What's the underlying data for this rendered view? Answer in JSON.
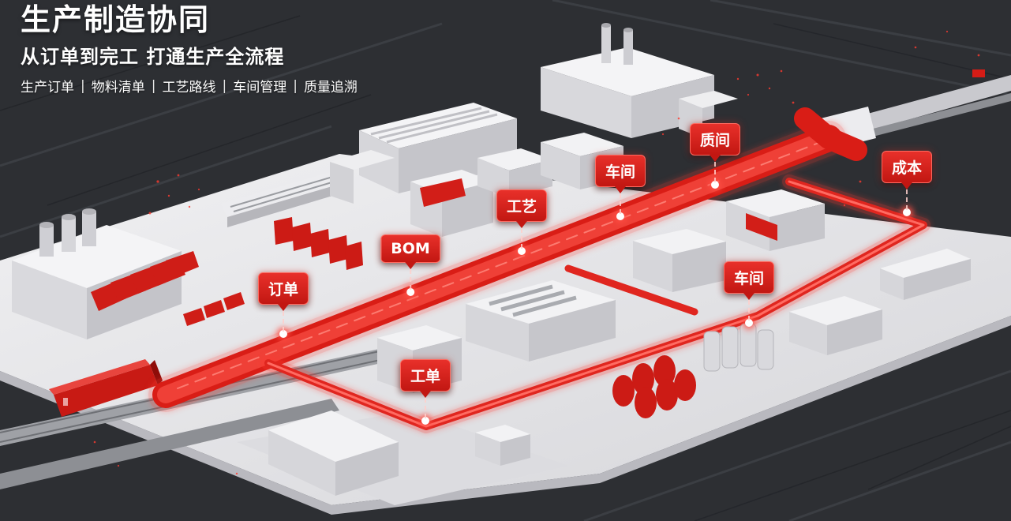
{
  "header": {
    "title": "生产制造协同",
    "subtitle": "从订单到完工 打通生产全流程",
    "modules": [
      "生产订单",
      "物料清单",
      "工艺路线",
      "车间管理",
      "质量追溯"
    ],
    "separator": "|"
  },
  "pins": [
    {
      "id": "order",
      "label": "订单"
    },
    {
      "id": "bom",
      "label": "BOM"
    },
    {
      "id": "process",
      "label": "工艺"
    },
    {
      "id": "workshop-1",
      "label": "车间"
    },
    {
      "id": "quality",
      "label": "质间"
    },
    {
      "id": "cost",
      "label": "成本"
    },
    {
      "id": "workshop-2",
      "label": "车间"
    },
    {
      "id": "work-order",
      "label": "工单"
    }
  ],
  "colors": {
    "accent": "#e02820",
    "accent_dark": "#b5120e",
    "ground": "#2b2d31",
    "platform": "#e4e4e6",
    "building": "#ededef"
  }
}
